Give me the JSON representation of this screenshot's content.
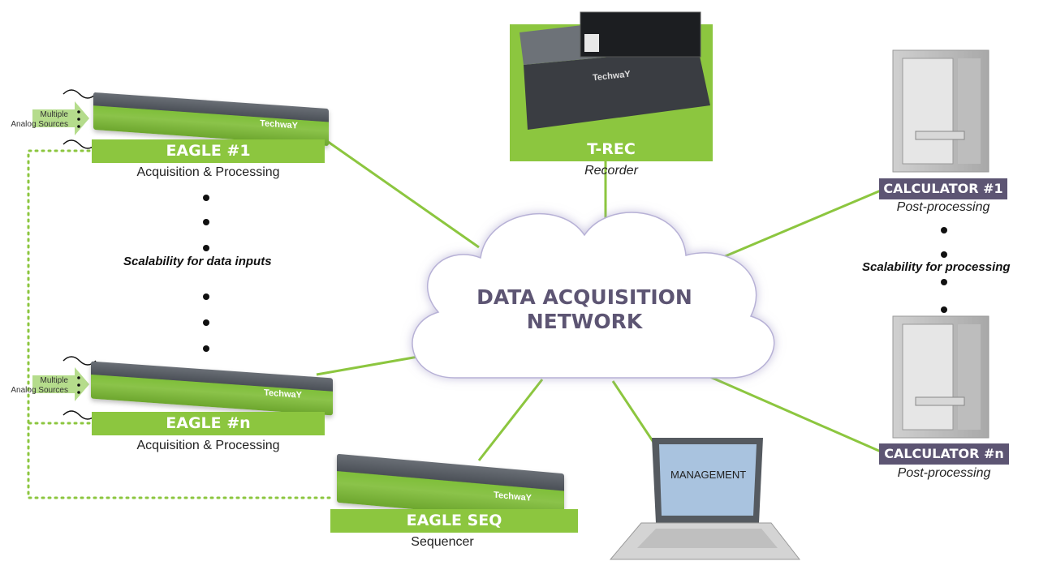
{
  "cloud": {
    "title_line1": "DATA ACQUISITION",
    "title_line2": "NETWORK"
  },
  "eagle1": {
    "name": "EAGLE #1",
    "role": "Acquisition & Processing",
    "source_line1": "Multiple",
    "source_line2": "Analog Sources",
    "brand": "TechwaY"
  },
  "eaglen": {
    "name": "EAGLE #n",
    "role": "Acquisition & Processing",
    "source_line1": "Multiple",
    "source_line2": "Analog Sources",
    "brand": "TechwaY"
  },
  "eagleseq": {
    "name": "EAGLE SEQ",
    "role": "Sequencer",
    "brand": "TechwaY"
  },
  "trec": {
    "name": "T-REC",
    "role": "Recorder",
    "brand": "TechwaY"
  },
  "calc1": {
    "name": "CALCULATOR #1",
    "role": "Post-processing"
  },
  "calcn": {
    "name": "CALCULATOR #n",
    "role": "Post-processing"
  },
  "laptop": {
    "screen_text": "MANAGEMENT"
  },
  "scalability": {
    "inputs": "Scalability for data inputs",
    "processing": "Scalability for processing"
  },
  "colors": {
    "green": "#8cc63f",
    "purple": "#5d5573",
    "line": "#8cc63f"
  }
}
